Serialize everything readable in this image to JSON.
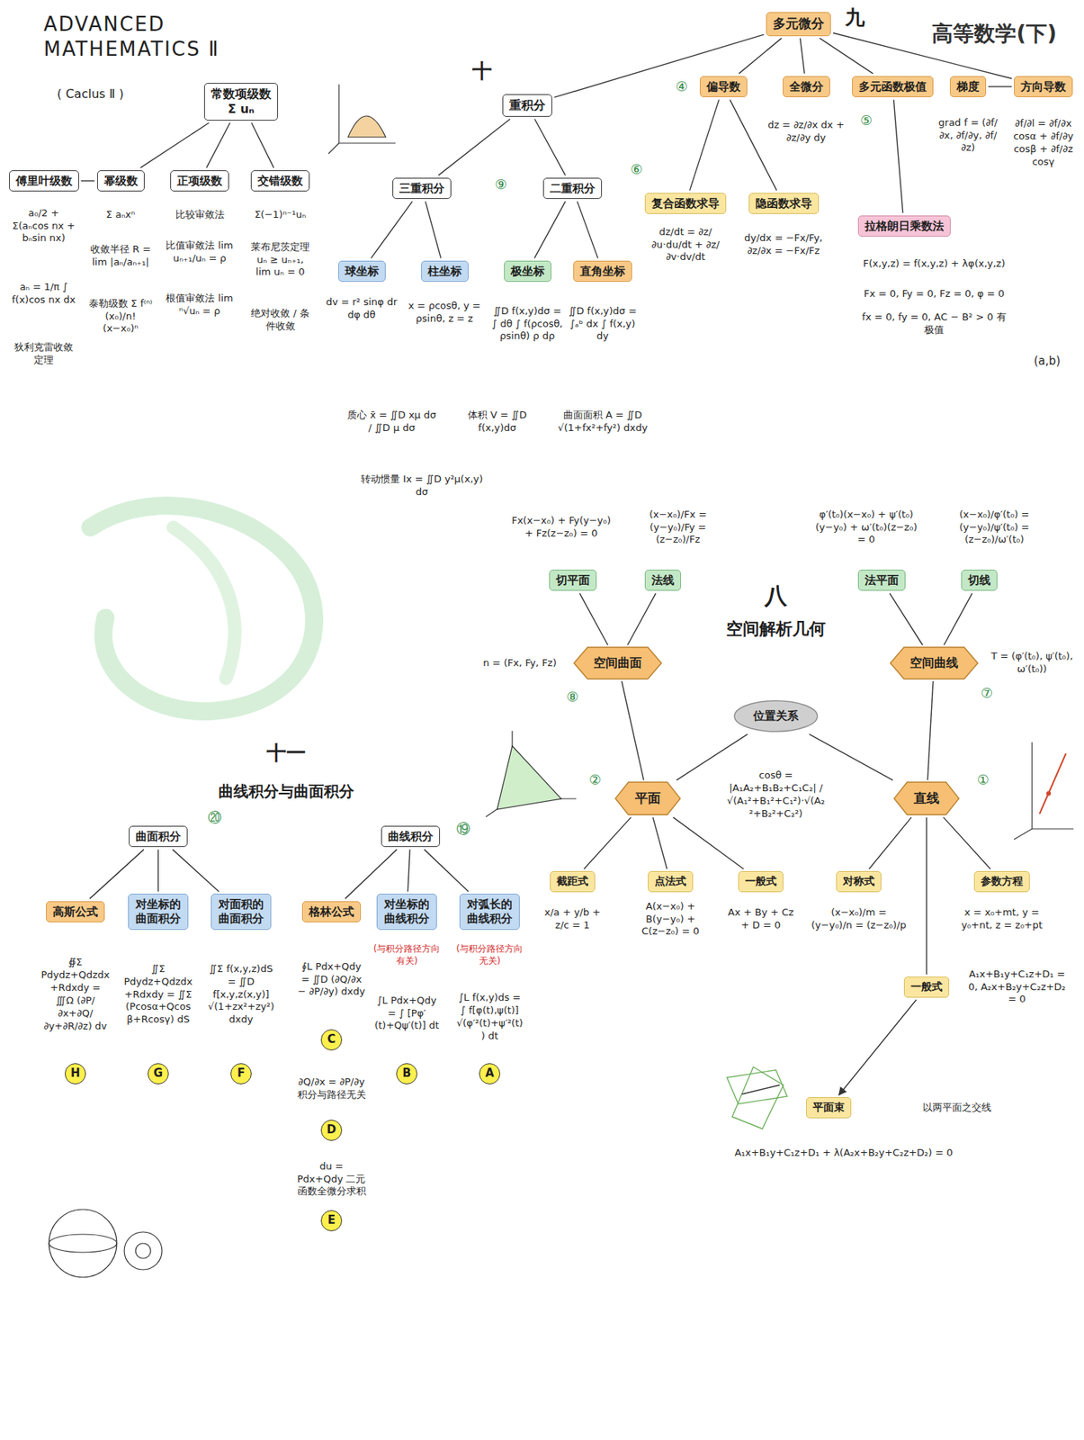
{
  "diagram": {
    "title": "ADVANCED MATHEMATICS Ⅱ",
    "nodes": [
      {
        "text": [
          "多元微分"
        ]
      },
      {
        "text": [
          "偏导数"
        ]
      },
      {
        "text": [
          "全微分"
        ]
      },
      {
        "text": [
          "多元函数极值"
        ]
      },
      {
        "text": [
          "梯度"
        ]
      },
      {
        "text": [
          "方向导数"
        ]
      },
      {
        "text": [
          "复合函数求导"
        ]
      },
      {
        "text": [
          "隐函数求导"
        ]
      },
      {
        "text": [
          "拉格朗日乘数法"
        ]
      },
      {
        "text": [
          "重积分"
        ]
      },
      {
        "text": [
          "二重积分"
        ]
      },
      {
        "text": [
          "三重积分"
        ]
      },
      {
        "text": [
          "直角坐标"
        ]
      },
      {
        "text": [
          "极坐标"
        ]
      },
      {
        "text": [
          "柱坐标"
        ]
      },
      {
        "text": [
          "球坐标"
        ]
      },
      {
        "text": [
          "常数项级数",
          "Σ uₙ"
        ]
      },
      {
        "text": [
          "傅里叶级数"
        ]
      },
      {
        "text": [
          "幂级数"
        ]
      },
      {
        "text": [
          "正项级数"
        ]
      },
      {
        "text": [
          "交错级数"
        ]
      },
      {
        "text": [
          "空间曲线"
        ]
      },
      {
        "text": [
          "切线"
        ]
      },
      {
        "text": [
          "法平面"
        ]
      },
      {
        "text": [
          "空间曲面"
        ]
      },
      {
        "text": [
          "切平面"
        ]
      },
      {
        "text": [
          "法线"
        ]
      },
      {
        "text": [
          "位置关系"
        ]
      },
      {
        "text": [
          "直线"
        ]
      },
      {
        "text": [
          "平面"
        ]
      },
      {
        "text": [
          "对称式"
        ]
      },
      {
        "text": [
          "参数方程"
        ]
      },
      {
        "text": [
          "一般式"
        ]
      },
      {
        "text": [
          "截距式"
        ]
      },
      {
        "text": [
          "点法式"
        ]
      },
      {
        "text": [
          "一般式"
        ]
      },
      {
        "text": [
          "平面束"
        ]
      },
      {
        "text": [
          "曲线积分"
        ]
      },
      {
        "text": [
          "曲面积分"
        ]
      },
      {
        "text": [
          "对弧长的曲线积分"
        ]
      },
      {
        "text": [
          "对坐标的曲线积分"
        ]
      },
      {
        "text": [
          "格林公式"
        ]
      },
      {
        "text": [
          "对面积的曲面积分"
        ]
      },
      {
        "text": [
          "对坐标的曲面积分"
        ]
      },
      {
        "text": [
          "高斯公式"
        ]
      },
      {
        "text": [
          "A"
        ]
      },
      {
        "text": [
          "B"
        ]
      },
      {
        "text": [
          "C"
        ]
      },
      {
        "text": [
          "D"
        ]
      },
      {
        "text": [
          "E"
        ]
      },
      {
        "text": [
          "F"
        ]
      },
      {
        "text": [
          "G"
        ]
      },
      {
        "text": [
          "H"
        ]
      }
    ],
    "edges": [
      {
        "from": 0,
        "to": 1,
        "arrow": "none"
      },
      {
        "from": 0,
        "to": 2,
        "arrow": "none"
      },
      {
        "from": 0,
        "to": 3,
        "arrow": "none"
      },
      {
        "from": 0,
        "to": 5,
        "arrow": "none"
      },
      {
        "from": 5,
        "to": 4,
        "arrow": "none"
      },
      {
        "from": 1,
        "to": 6,
        "arrow": "none"
      },
      {
        "from": 1,
        "to": 7,
        "arrow": "none"
      },
      {
        "from": 3,
        "to": 8,
        "arrow": "none"
      },
      {
        "from": 0,
        "to": 9,
        "arrow": "none"
      },
      {
        "from": 9,
        "to": 10,
        "arrow": "none"
      },
      {
        "from": 9,
        "to": 11,
        "arrow": "none"
      },
      {
        "from": 10,
        "to": 12,
        "arrow": "none"
      },
      {
        "from": 10,
        "to": 13,
        "arrow": "none"
      },
      {
        "from": 11,
        "to": 14,
        "arrow": "none"
      },
      {
        "from": 11,
        "to": 15,
        "arrow": "none"
      },
      {
        "from": 16,
        "to": 18,
        "arrow": "none"
      },
      {
        "from": 16,
        "to": 19,
        "arrow": "none"
      },
      {
        "from": 16,
        "to": 20,
        "arrow": "none"
      },
      {
        "from": 18,
        "to": 17,
        "arrow": "none"
      },
      {
        "from": 21,
        "to": 22,
        "arrow": "none"
      },
      {
        "from": 21,
        "to": 23,
        "arrow": "none"
      },
      {
        "from": 24,
        "to": 25,
        "arrow": "none"
      },
      {
        "from": 24,
        "to": 26,
        "arrow": "none"
      },
      {
        "from": 28,
        "to": 27,
        "arrow": "none"
      },
      {
        "from": 29,
        "to": 27,
        "arrow": "none"
      },
      {
        "from": 28,
        "to": 21,
        "arrow": "none"
      },
      {
        "from": 29,
        "to": 24,
        "arrow": "none"
      },
      {
        "from": 28,
        "to": 30,
        "arrow": "none"
      },
      {
        "from": 28,
        "to": 31,
        "arrow": "none"
      },
      {
        "from": 28,
        "to": 32,
        "arrow": "none"
      },
      {
        "from": 29,
        "to": 33,
        "arrow": "none"
      },
      {
        "from": 29,
        "to": 34,
        "arrow": "none"
      },
      {
        "from": 29,
        "to": 35,
        "arrow": "none"
      },
      {
        "from": 32,
        "to": 36,
        "arrow": "to"
      },
      {
        "from": 37,
        "to": 39,
        "arrow": "none"
      },
      {
        "from": 37,
        "to": 40,
        "arrow": "none"
      },
      {
        "from": 37,
        "to": 41,
        "arrow": "none"
      },
      {
        "from": 38,
        "to": 42,
        "arrow": "none"
      },
      {
        "from": 38,
        "to": 43,
        "arrow": "none"
      },
      {
        "from": 38,
        "to": 44,
        "arrow": "none"
      }
    ],
    "labels": [
      "( Caclus Ⅱ )",
      "高等数学(下)",
      "九",
      "十",
      "八",
      "空间解析几何",
      "十一",
      "曲线积分与曲面积分",
      "dz = ∂z/∂x dx + ∂z/∂y dy",
      "grad f = (∂f/∂x, ∂f/∂y, ∂f/∂z)",
      "∂f/∂l = ∂f/∂x cosα + ∂f/∂y cosβ + ∂f/∂z cosγ",
      "dz/dt = ∂z/∂u·du/dt + ∂z/∂v·dv/dt",
      "dy/dx = −Fx/Fy, ∂z/∂x = −Fx/Fz",
      "F(x,y,z) = f(x,y,z) + λφ(x,y,z)",
      "Fx = 0, Fy = 0, Fz = 0, φ = 0",
      "fx = 0, fy = 0, AC − B² > 0 有极值",
      "(a,b)",
      "④",
      "⑤",
      "⑥",
      "∬D f(x,y)dσ = ∫ₐᵇ dx ∫ f(x,y) dy",
      "∬D f(x,y)dσ = ∫ dθ ∫ f(ρcosθ, ρsinθ) ρ dρ",
      "x = ρcosθ, y = ρsinθ, z = z",
      "dv = r² sinφ dr dφ dθ",
      "曲面面积 A = ∬D √(1+fx²+fy²) dxdy",
      "体积 V = ∬D f(x,y)dσ",
      "质心 x̄ = ∬D xμ dσ / ∬D μ dσ",
      "转动惯量 Ix = ∬D y²μ(x,y) dσ",
      "⑨",
      "Σ(−1)ⁿ⁻¹uₙ",
      "莱布尼茨定理 uₙ ≥ uₙ₊₁, lim uₙ = 0",
      "绝对收敛 / 条件收敛",
      "比较审敛法",
      "比值审敛法 lim uₙ₊₁/uₙ = ρ",
      "根值审敛法 lim ⁿ√uₙ = ρ",
      "Σ aₙxⁿ",
      "收敛半径 R = lim |aₙ/aₙ₊₁|",
      "泰勒级数 Σ f⁽ⁿ⁾(x₀)/n! (x−x₀)ⁿ",
      "a₀/2 + Σ(aₙcos nx + bₙsin nx)",
      "aₙ = 1/π ∫ f(x)cos nx dx",
      "狄利克雷收敛定理",
      "(x−x₀)/φ′(t₀) = (y−y₀)/ψ′(t₀) = (z−z₀)/ω′(t₀)",
      "φ′(t₀)(x−x₀) + ψ′(t₀)(y−y₀) + ω′(t₀)(z−z₀) = 0",
      "T = (φ′(t₀), ψ′(t₀), ω′(t₀))",
      "Fx(x−x₀) + Fy(y−y₀) + Fz(z−z₀) = 0",
      "(x−x₀)/Fx = (y−y₀)/Fy = (z−z₀)/Fz",
      "n = (Fx, Fy, Fz)",
      "cosθ = |A₁A₂+B₁B₂+C₁C₂| / √(A₁²+B₁²+C₁²)·√(A₂²+B₂²+C₂²)",
      "(x−x₀)/m = (y−y₀)/n = (z−z₀)/p",
      "x = x₀+mt, y = y₀+nt, z = z₀+pt",
      "A₁x+B₁y+C₁z+D₁ = 0, A₂x+B₂y+C₂z+D₂ = 0",
      "x/a + y/b + z/c = 1",
      "A(x−x₀) + B(y−y₀) + C(z−z₀) = 0",
      "Ax + By + Cz + D = 0",
      "A₁x+B₁y+C₁z+D₁ + λ(A₂x+B₂y+C₂z+D₂) = 0",
      "以两平面之交线",
      "①",
      "②",
      "⑦",
      "⑧",
      "(与积分路径方向无关)",
      "∫L f(x,y)ds = ∫ f[φ(t),ψ(t)] √(φ′²(t)+ψ′²(t)) dt",
      "(与积分路径方向有关)",
      "∫L Pdx+Qdy = ∫ [Pφ′(t)+Qψ′(t)] dt",
      "∮L Pdx+Qdy = ∬D (∂Q/∂x − ∂P/∂y) dxdy",
      "∂Q/∂x = ∂P/∂y 积分与路径无关",
      "du = Pdx+Qdy 二元函数全微分求积",
      "∬Σ f(x,y,z)dS = ∬D f[x,y,z(x,y)] √(1+zx²+zy²) dxdy",
      "∬Σ Pdydz+Qdzdx+Rdxdy = ∬Σ (Pcosα+Qcosβ+Rcosγ) dS",
      "∯Σ Pdydz+Qdzdx+Rdxdy = ∭Ω (∂P/∂x+∂Q/∂y+∂R/∂z) dv",
      "⑲",
      "⑳"
    ]
  }
}
